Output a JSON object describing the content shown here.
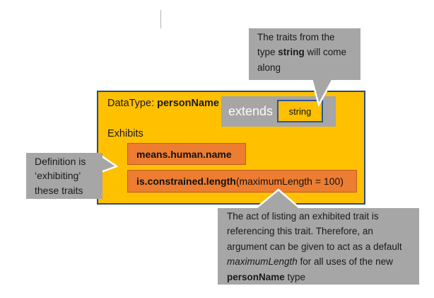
{
  "colors": {
    "canvas_bg": "#FFFFFF",
    "main_fill": "#FFC000",
    "main_border": "#2A4B7C",
    "trait_fill": "#ED7D31",
    "trait_border": "#C05A21",
    "callout_fill": "#A6A6A6",
    "string_border": "#2F5496",
    "extends_text": "#FBFBFB",
    "text_dark": "#1A1A1A",
    "artifact_line": "#B4B4B4"
  },
  "diagram": {
    "main_box": {
      "title_prefix": "DataType: ",
      "title_name": "personName",
      "exhibits_label": "Exhibits",
      "extends_label": "extends",
      "extends_type": "string",
      "traits": [
        {
          "name": "means.human.name",
          "args": ""
        },
        {
          "name": "is.constrained.length",
          "args": " (maximumLength = 100)"
        }
      ]
    },
    "callouts": {
      "top": {
        "segments": [
          {
            "t": "The traits from the\ntype "
          },
          {
            "t": "string",
            "b": true
          },
          {
            "t": " will come\nalong"
          }
        ]
      },
      "left": {
        "segments": [
          {
            "t": "Definition is\n‘exhibiting’\nthese traits"
          }
        ]
      },
      "bottom": {
        "segments": [
          {
            "t": "The act of listing an exhibited trait is\nreferencing this trait. Therefore, an\nargument can be given to act as a default\n"
          },
          {
            "t": "maximumLength",
            "i": true
          },
          {
            "t": " for all uses of the new\n"
          },
          {
            "t": "personName",
            "b": true
          },
          {
            "t": " type"
          }
        ]
      }
    }
  }
}
